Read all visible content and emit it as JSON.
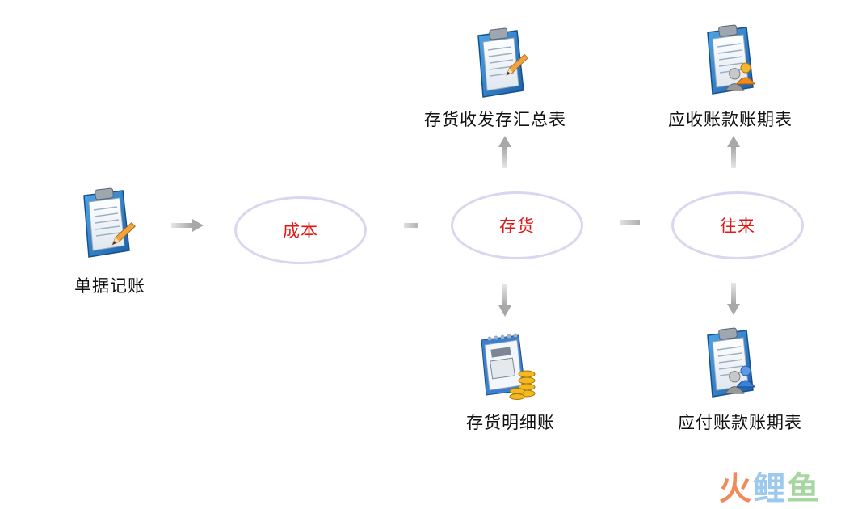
{
  "nodes": {
    "document_entry": "单据记账",
    "cost": "成本",
    "inventory": "存货",
    "current_accounts": "往来",
    "inventory_summary": "存货收发存汇总表",
    "inventory_detail": "存货明细账",
    "receivable_aging": "应收账款账期表",
    "payable_aging": "应付账款账期表"
  },
  "watermark": {
    "part1": "火",
    "part2": "鲤",
    "part3": "鱼"
  },
  "icons": {
    "document_entry": "clipboard-pencil-icon",
    "inventory_summary": "clipboard-pencil-icon",
    "inventory_detail": "calendar-coins-icon",
    "receivable_aging": "clipboard-user-icon",
    "payable_aging": "clipboard-user-icon"
  },
  "colors": {
    "ellipse_border": "#d9d6f0",
    "ellipse_text": "#e01818",
    "arrow": "#b8b8b8"
  }
}
